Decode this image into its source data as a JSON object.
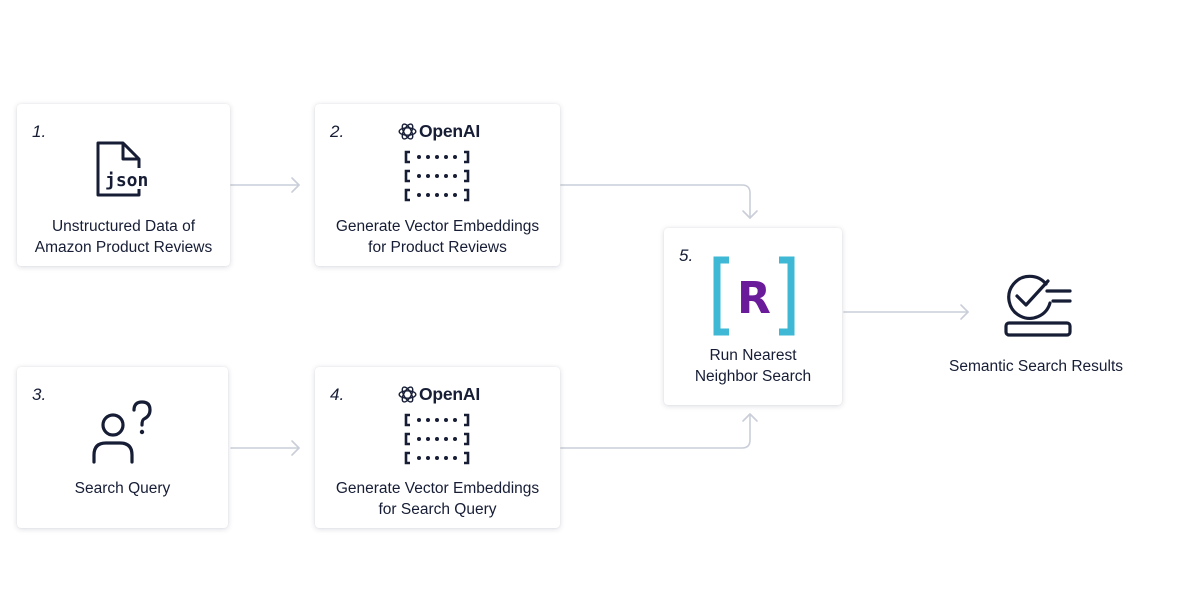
{
  "diagram": {
    "nodes": [
      {
        "number": "1.",
        "label": "Unstructured Data of\nAmazon Product Reviews",
        "icon": "json-file-icon",
        "icon_text": "json"
      },
      {
        "number": "2.",
        "brand": "OpenAI",
        "label": "Generate Vector Embeddings\nfor Product Reviews",
        "icon": "vector-embeddings-icon"
      },
      {
        "number": "3.",
        "label": "Search Query",
        "icon": "user-question-icon"
      },
      {
        "number": "4.",
        "brand": "OpenAI",
        "label": "Generate Vector Embeddings\nfor Search Query",
        "icon": "vector-embeddings-icon"
      },
      {
        "number": "5.",
        "label": "Run Nearest\nNeighbor Search",
        "icon": "redis-logo-icon",
        "logo_text": "R"
      }
    ],
    "result": {
      "label": "Semantic Search Results",
      "icon": "checklist-results-icon"
    },
    "edges": [
      {
        "from": "1",
        "to": "2"
      },
      {
        "from": "3",
        "to": "4"
      },
      {
        "from": "2",
        "to": "5"
      },
      {
        "from": "4",
        "to": "5"
      },
      {
        "from": "5",
        "to": "result"
      }
    ]
  },
  "colors": {
    "text": "#161d35",
    "arrow": "#c9ced8",
    "redis_bracket": "#3fb8d6",
    "redis_letter": "#6a1b9a"
  }
}
